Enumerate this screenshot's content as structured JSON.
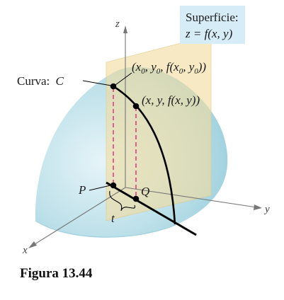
{
  "legend_box": {
    "line1": "Superficie:",
    "line2": "z = f(x, y)",
    "fill": "#d6ecf7"
  },
  "axes": {
    "x": "x",
    "y": "y",
    "z": "z"
  },
  "labels": {
    "curve_text": "Curva:",
    "curve_var": "C",
    "point_P": "P",
    "point_Q": "Q",
    "param_t": "t",
    "point0": {
      "open": "(",
      "x": "x",
      "x_sub": "0",
      "sep1": ", ",
      "y": "y",
      "y_sub": "0",
      "sep2": ", ",
      "f": "f(x",
      "f_sub1": "0",
      "comma": ", y",
      "f_sub2": "0",
      "close": "))"
    },
    "point1": "(x, y, f(x, y))"
  },
  "caption": "Figura 13.44",
  "colors": {
    "surface": "#b7dde8",
    "plane": "#f0dba0",
    "dashes": "#e0357a",
    "curve": "#000000"
  }
}
